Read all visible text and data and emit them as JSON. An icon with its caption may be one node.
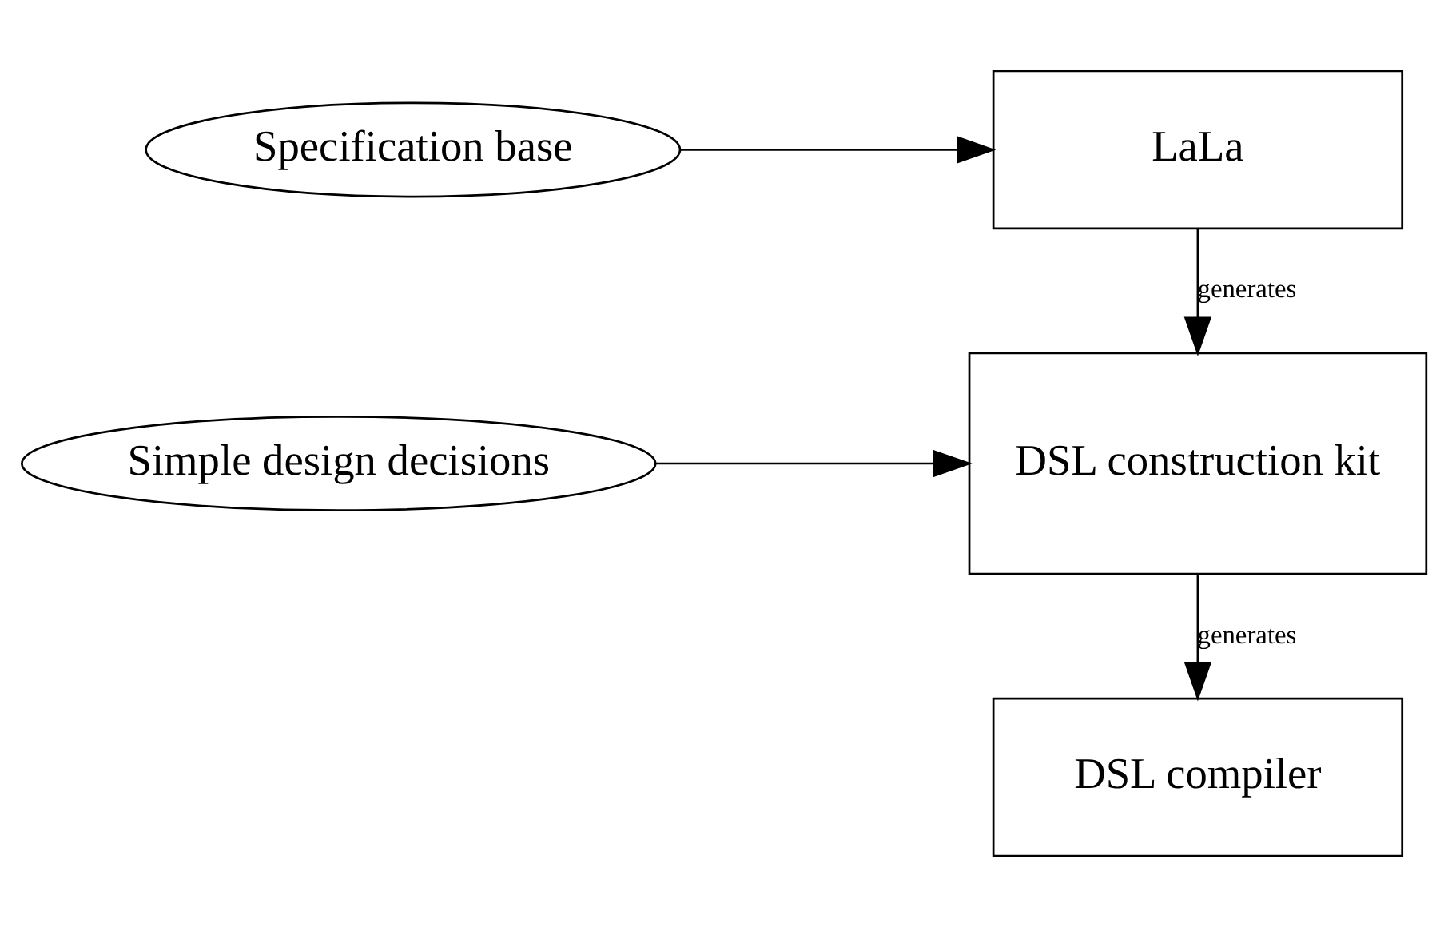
{
  "diagram": {
    "nodes": [
      {
        "text": [
          "Specification base"
        ]
      },
      {
        "text": [
          "LaLa"
        ]
      },
      {
        "text": [
          "Simple design decisions"
        ]
      },
      {
        "text": [
          "DSL construction kit"
        ]
      },
      {
        "text": [
          "DSL compiler"
        ]
      }
    ],
    "edges": [
      {
        "from": 0,
        "to": 1,
        "arrow": "to"
      },
      {
        "from": 1,
        "to": 3,
        "arrow": "to",
        "label": "generates"
      },
      {
        "from": 2,
        "to": 3,
        "arrow": "to"
      },
      {
        "from": 3,
        "to": 4,
        "arrow": "to",
        "label": "generates"
      }
    ]
  }
}
